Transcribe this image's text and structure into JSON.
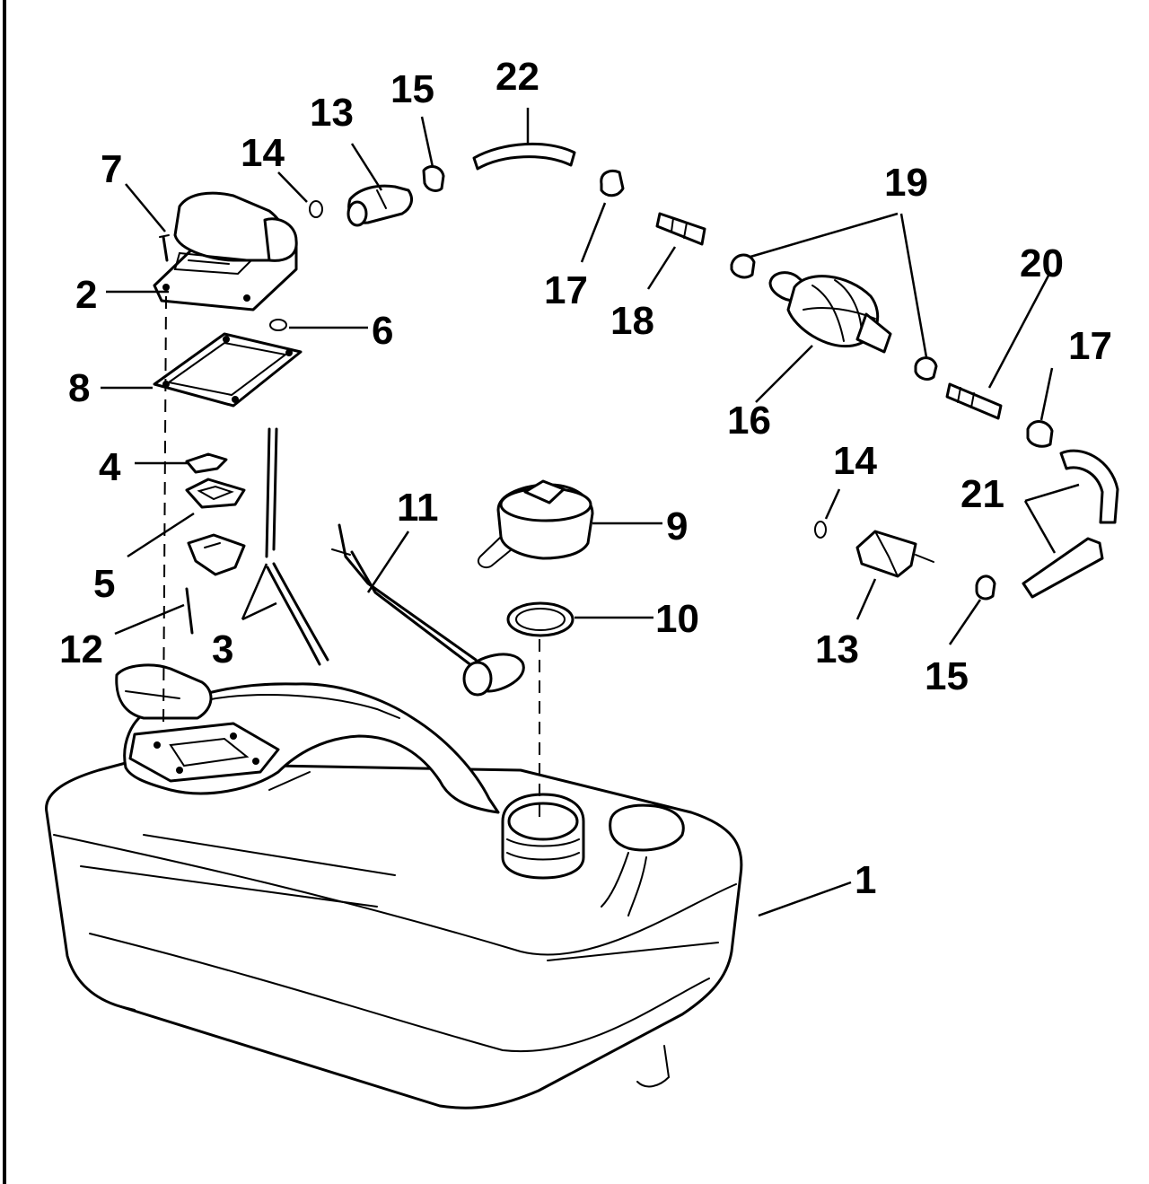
{
  "callouts": {
    "c1": "1",
    "c2": "2",
    "c3": "3",
    "c4": "4",
    "c5": "5",
    "c6": "6",
    "c7": "7",
    "c8": "8",
    "c9": "9",
    "c10": "10",
    "c11": "11",
    "c12": "12",
    "c13a": "13",
    "c13b": "13",
    "c14a": "14",
    "c14b": "14",
    "c15a": "15",
    "c15b": "15",
    "c16": "16",
    "c17a": "17",
    "c17b": "17",
    "c18": "18",
    "c19": "19",
    "c20": "20",
    "c21": "21",
    "c22": "22"
  }
}
